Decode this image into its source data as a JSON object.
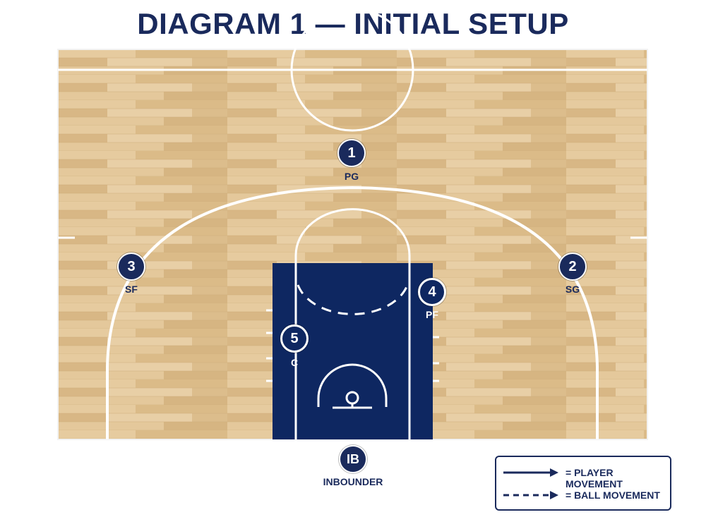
{
  "title": "DIAGRAM 1 — INITIAL SETUP",
  "colors": {
    "navy": "#1a2a5c",
    "paint": "#0e2761",
    "wood_light": "#e3c69a",
    "wood_dark": "#d4b07e",
    "court_line": "#ffffff"
  },
  "players": [
    {
      "number": "1",
      "position": "PG"
    },
    {
      "number": "2",
      "position": "SG"
    },
    {
      "number": "3",
      "position": "SF"
    },
    {
      "number": "4",
      "position": "PF"
    },
    {
      "number": "5",
      "position": "C"
    }
  ],
  "inbounder": {
    "label": "IB",
    "caption": "INBOUNDER"
  },
  "legend": {
    "player_movement": "= PLAYER MOVEMENT",
    "ball_movement": "= BALL MOVEMENT"
  }
}
